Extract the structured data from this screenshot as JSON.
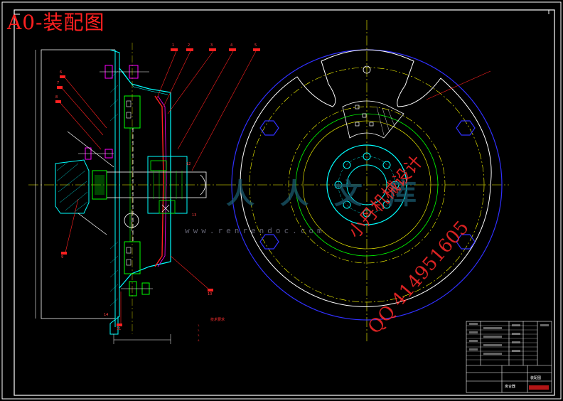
{
  "drawing": {
    "title": "A0-装配图",
    "watermark_brand": "小丹机械设计",
    "watermark_qq": "QQ 414951605",
    "watermark_site": "www.renrendoc.com",
    "watermark_logo_chars": "人人文库"
  },
  "callouts": [
    "1",
    "2",
    "3",
    "4",
    "5",
    "6",
    "7",
    "8",
    "9",
    "10",
    "11",
    "12",
    "13",
    "14"
  ],
  "tech_notes": {
    "title": "技术要求",
    "lines": [
      "1.",
      "2.",
      "3.",
      "4."
    ]
  },
  "title_block": {
    "part_name": "离合器",
    "drawing_type": "装配图"
  },
  "colors": {
    "background": "#000000",
    "frame": "#ffffff",
    "centerline": "#ffff00",
    "outline_green": "#00ff00",
    "outline_cyan": "#00ffff",
    "outline_blue": "#0000ff",
    "annotation_red": "#ff0000",
    "hatch_magenta": "#ff00ff",
    "watermark_red": "#ff2828"
  }
}
